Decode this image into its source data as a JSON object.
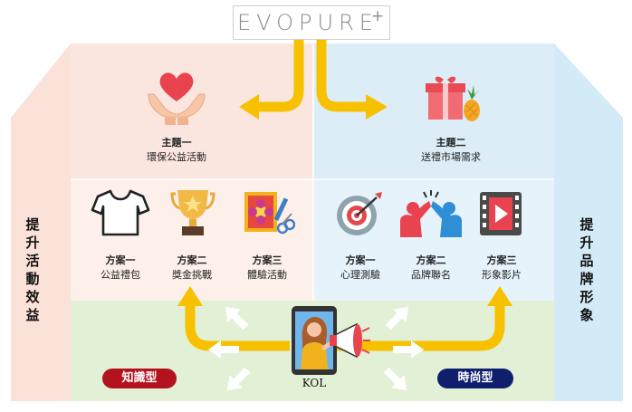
{
  "brand": {
    "logo": "EVOPURE",
    "logo_mark": "+"
  },
  "left_sidebar": {
    "text": "提升活動效益",
    "color": "#fbe3da"
  },
  "right_sidebar": {
    "text": "提升品牌形象",
    "color": "#d6ecf8"
  },
  "themes": [
    {
      "title": "主題一",
      "subtitle": "環保公益活動",
      "icon": "heart-hands-icon"
    },
    {
      "title": "主題二",
      "subtitle": "送禮市場需求",
      "icon": "gift-box-icon"
    }
  ],
  "plans_left": [
    {
      "title": "方案一",
      "subtitle": "公益禮包",
      "icon": "t-shirt-icon"
    },
    {
      "title": "方案二",
      "subtitle": "獎金挑戰",
      "icon": "trophy-icon"
    },
    {
      "title": "方案三",
      "subtitle": "體驗活動",
      "icon": "craft-kit-icon"
    }
  ],
  "plans_right": [
    {
      "title": "方案一",
      "subtitle": "心理測驗",
      "icon": "target-icon"
    },
    {
      "title": "方案二",
      "subtitle": "品牌聯名",
      "icon": "high-five-icon"
    },
    {
      "title": "方案三",
      "subtitle": "形象影片",
      "icon": "video-film-icon"
    }
  ],
  "kol": {
    "label": "KOL",
    "icon": "influencer-megaphone-icon"
  },
  "types": [
    {
      "label": "知識型",
      "color": "#b3121e"
    },
    {
      "label": "時尚型",
      "color": "#0f1f6e"
    }
  ],
  "colors": {
    "arrow": "#f7c100",
    "pink_panel": "#fbe3da",
    "blue_panel": "#d9eef9",
    "green_panel": "#e3f1d6"
  }
}
